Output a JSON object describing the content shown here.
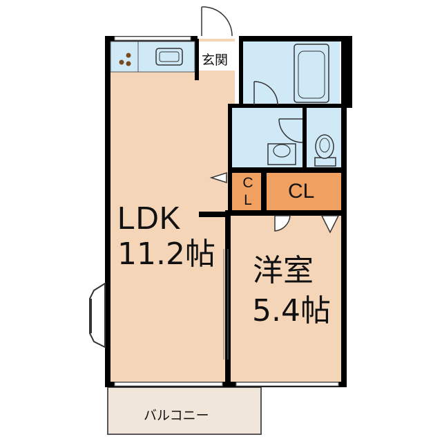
{
  "colors": {
    "ldk_floor": "#f5d5b8",
    "wet_area": "#cfe9f7",
    "closet": "#f0a060",
    "balcony": "#f1e6da",
    "wall": "#000000"
  },
  "rooms": {
    "entrance_label": "玄関",
    "ldk_label": "LDK",
    "ldk_size": "11.2帖",
    "western_label": "洋室",
    "western_size": "5.4帖",
    "closet_small_line1": "C",
    "closet_small_line2": "L",
    "closet_large": "CL",
    "balcony_label": "バルコニー"
  },
  "fixtures": [
    "stove-icon",
    "sink-icon",
    "bathtub-icon",
    "washbasin-icon",
    "toilet-icon"
  ]
}
